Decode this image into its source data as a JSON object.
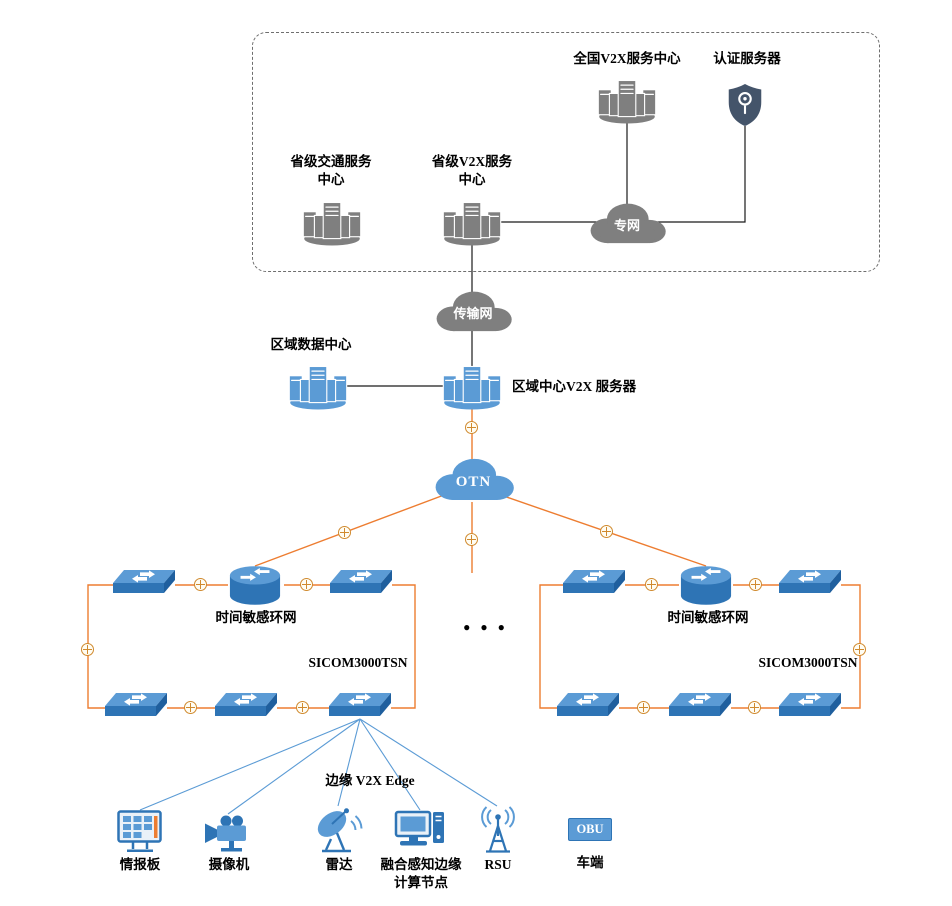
{
  "colors": {
    "server_gray": "#7F7F7F",
    "device_blue": "#5B9BD5",
    "device_blue_dark": "#2E74B5",
    "link_orange": "#ED7D31",
    "link_black": "#1A1A1A",
    "link_blue": "#5B9BD5",
    "coupler_gold": "#D08A2F",
    "shield_navy": "#44546A"
  },
  "icons": {
    "server-cluster-icon": "rack-servers-on-platform",
    "auth-shield-icon": "security-shield",
    "cloud-icon": "network-cloud",
    "switch-icon": "ethernet-switch-3d",
    "tsn-router-icon": "cylinder-router-with-arrows",
    "coupler-icon": "⊕",
    "info-board-icon": "vms-display-board",
    "camera-icon": "video-camera",
    "radar-icon": "radar-dish",
    "edge-node-icon": "desktop-computer",
    "rsu-icon": "antenna-mast"
  },
  "top": {
    "national_v2x": "全国V2X服务中心",
    "auth_server": "认证服务器",
    "prov_traffic_1": "省级交通服务",
    "prov_traffic_2": "中心",
    "prov_v2x_1": "省级V2X服务",
    "prov_v2x_2": "中心",
    "private_net": "专网"
  },
  "mid": {
    "transport_net": "传输网",
    "regional_dc": "区域数据中心",
    "regional_v2x": "区域中心V2X 服务器",
    "otn": "OTN"
  },
  "rings": {
    "left": {
      "title": "时间敏感环网",
      "model": "SICOM3000TSN"
    },
    "right": {
      "title": "时间敏感环网",
      "model": "SICOM3000TSN"
    },
    "ellipsis": "●●●"
  },
  "edge": {
    "label": "边缘 V2X Edge",
    "devices": [
      {
        "label": "情报板"
      },
      {
        "label": "摄像机"
      },
      {
        "label": "雷达"
      },
      {
        "label": "融合感知边缘",
        "label2": "计算节点"
      },
      {
        "label": "RSU"
      }
    ],
    "obu": {
      "badge": "OBU",
      "label": "车端"
    }
  }
}
